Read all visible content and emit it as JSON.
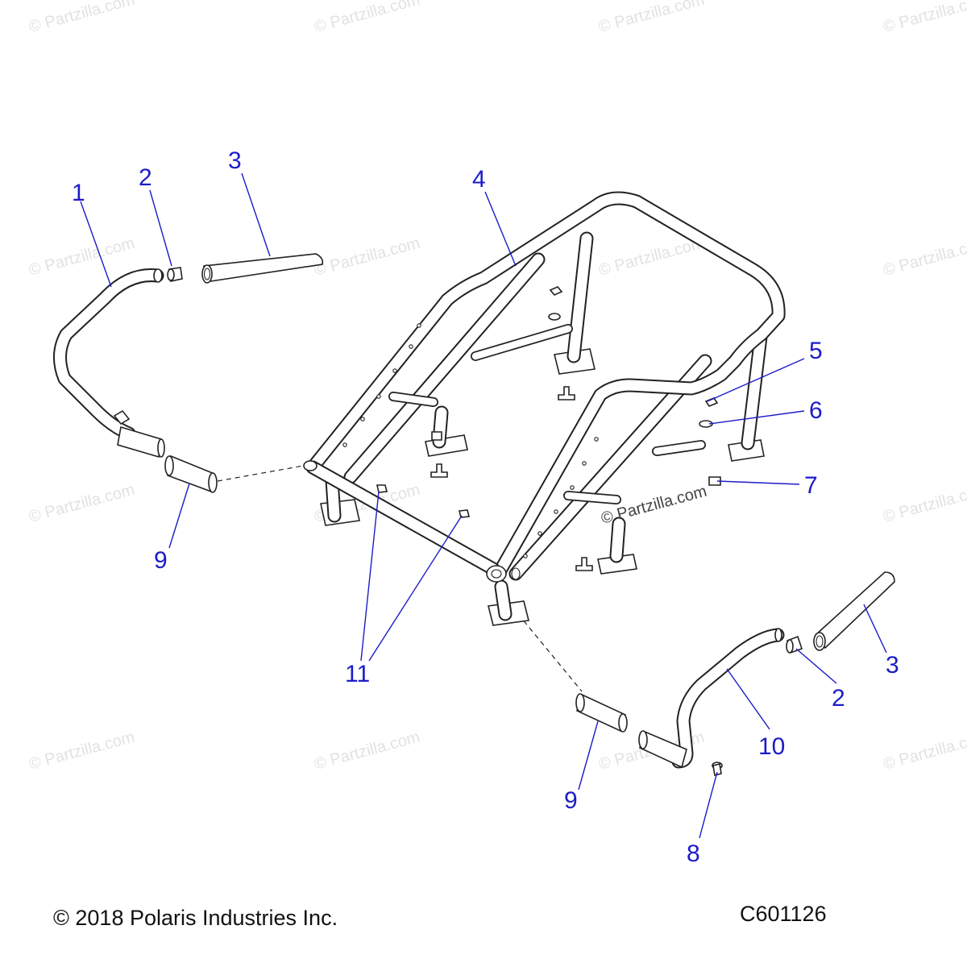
{
  "watermark_text": "© Partzilla.com",
  "center_stamp": "© Partzilla.com",
  "copyright": "© 2018 Polaris Industries Inc.",
  "diagram_code": "C601126",
  "callouts": {
    "c1": "1",
    "c2_left": "2",
    "c3_left": "3",
    "c4": "4",
    "c5": "5",
    "c6": "6",
    "c7": "7",
    "c8": "8",
    "c9_left": "9",
    "c9_right": "9",
    "c10": "10",
    "c11": "11",
    "c2_right": "2",
    "c3_right": "3"
  },
  "colors": {
    "callout": "#1c1cc8",
    "line_art": "#222222",
    "watermark": "#e2e2e2"
  }
}
